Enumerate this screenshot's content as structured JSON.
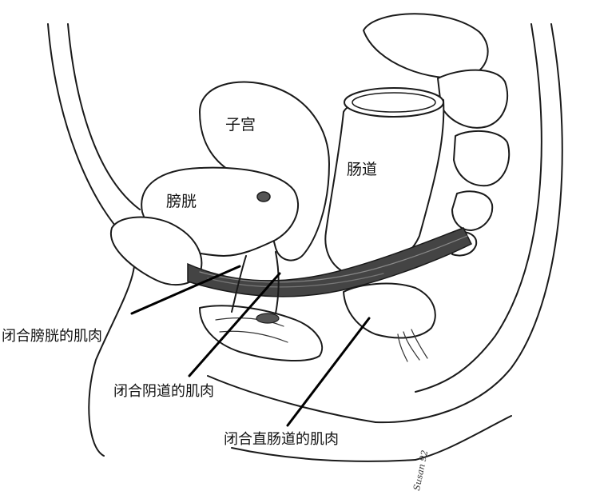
{
  "organ_labels": {
    "uterus": "子宫",
    "bladder": "膀胱",
    "rectum": "肠道"
  },
  "callout_labels": {
    "bladder_sphincter": "闭合膀胱的肌肉",
    "vaginal_sphincter": "闭合阴道的肌肉",
    "rectal_sphincter": "闭合直肠道的肌肉"
  },
  "signature": "Susan 92"
}
